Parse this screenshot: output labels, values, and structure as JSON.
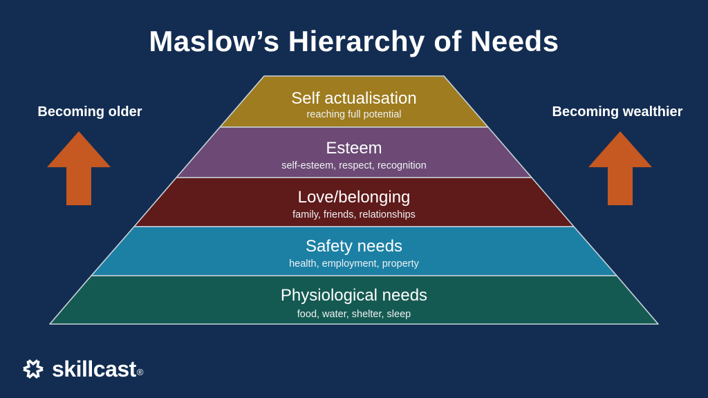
{
  "slide": {
    "title": "Maslow’s Hierarchy of Needs",
    "background_color": "#132d52",
    "title_color": "#ffffff"
  },
  "pyramid": {
    "edge_color": "#c9d3da",
    "levels": [
      {
        "name": "Self actualisation",
        "description": "reaching full potential",
        "color": "#9e7c1f"
      },
      {
        "name": "Esteem",
        "description": "self-esteem, respect, recognition",
        "color": "#6c4a75"
      },
      {
        "name": "Love/belonging",
        "description": "family, friends, relationships",
        "color": "#5f1a1a"
      },
      {
        "name": "Safety needs",
        "description": "health, employment, property",
        "color": "#1c80a4"
      },
      {
        "name": "Physiological needs",
        "description": "food, water, shelter, sleep",
        "color": "#155a52"
      }
    ]
  },
  "annotations": {
    "left_label": "Becoming older",
    "right_label": "Becoming wealthier",
    "arrow_color": "#c65821"
  },
  "footer": {
    "logo_text": "skillcast",
    "registered_mark": "®"
  }
}
